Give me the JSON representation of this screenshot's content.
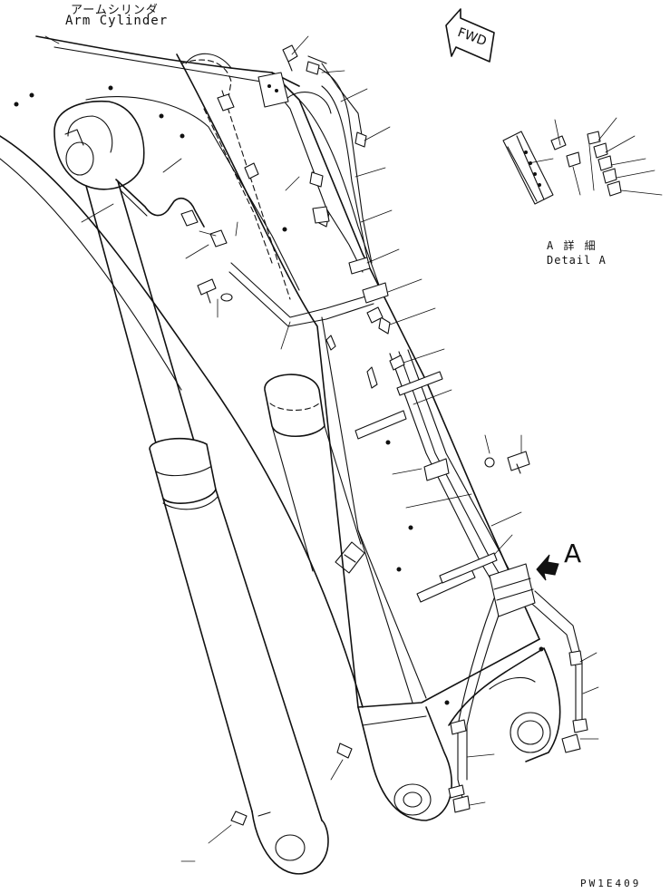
{
  "labels": {
    "arm_cylinder_jp": "アームシリンダ",
    "arm_cylinder_en": "Arm Cylinder",
    "detail_jp": "A 詳 細",
    "detail_en": "Detail A",
    "detail_marker": "A",
    "fwd": "FWD",
    "drawing_code": "PW1E409"
  },
  "colors": {
    "ink": "#111111",
    "paper": "#ffffff"
  },
  "icons": [
    "fwd-arrow-icon",
    "detail-arrow-icon"
  ]
}
